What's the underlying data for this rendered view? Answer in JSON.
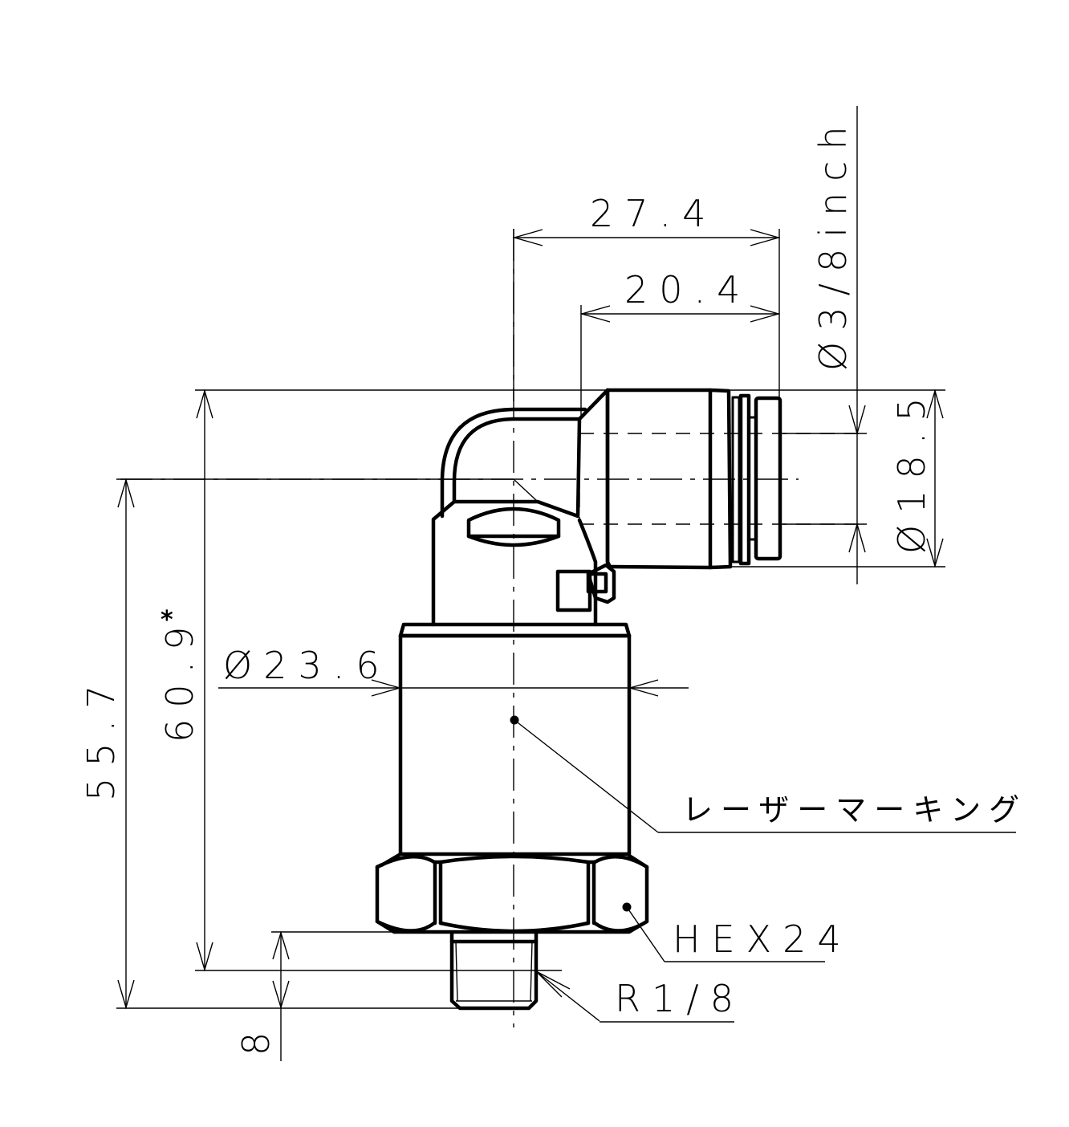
{
  "drawing": {
    "type": "technical-drawing",
    "subject": "Elbow push-in fitting with hex body (side view)",
    "dimensions": {
      "overall_horizontal": "27.4",
      "tube_end_horizontal": "20.4",
      "tube_od": "Ø3/8inch",
      "collet_od": "Ø18.5",
      "body_od": "Ø23.6",
      "total_height": "55.7",
      "height_to_thread_gauge": "60.9",
      "height_note_marker": "*",
      "thread_length": "8"
    },
    "callouts": {
      "laser_marking": "レーザーマーキング",
      "hex": "HEX24",
      "thread": "R1/8"
    },
    "colors": {
      "line": "#000000",
      "background": "#ffffff"
    }
  }
}
